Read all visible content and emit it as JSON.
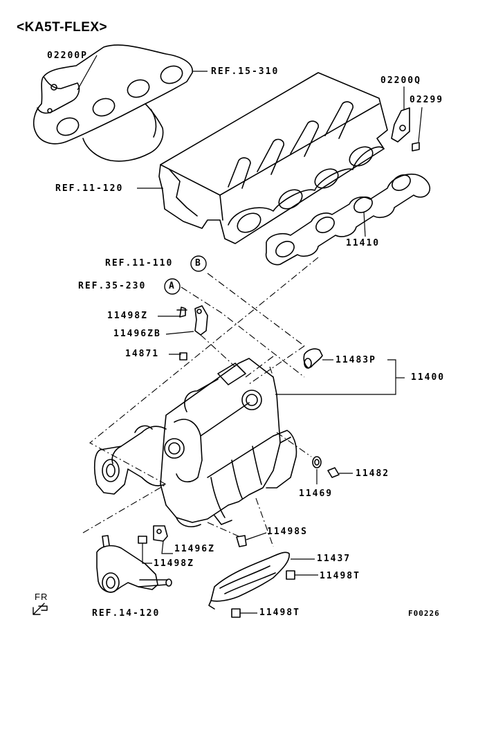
{
  "title": "<KA5T-FLEX>",
  "labels": {
    "p02200P": "02200P",
    "ref15_310": "REF.15-310",
    "p02200Q": "02200Q",
    "p02299": "02299",
    "ref11_120": "REF.11-120",
    "p11410": "11410",
    "ref11_110": "REF.11-110",
    "ref35_230": "REF.35-230",
    "markB": "B",
    "markA": "A",
    "p11498Z_top": "11498Z",
    "p11496ZB": "11496ZB",
    "p14871": "14871",
    "p11483P": "11483P",
    "p11400": "11400",
    "p11482": "11482",
    "p11469": "11469",
    "p11498S": "11498S",
    "p11496Z": "11496Z",
    "p11498Z_bot": "11498Z",
    "p11437": "11437",
    "p11498T_right": "11498T",
    "ref14_120": "REF.14-120",
    "p11498T_bot": "11498T",
    "fr": "FR",
    "code": "F00226"
  }
}
